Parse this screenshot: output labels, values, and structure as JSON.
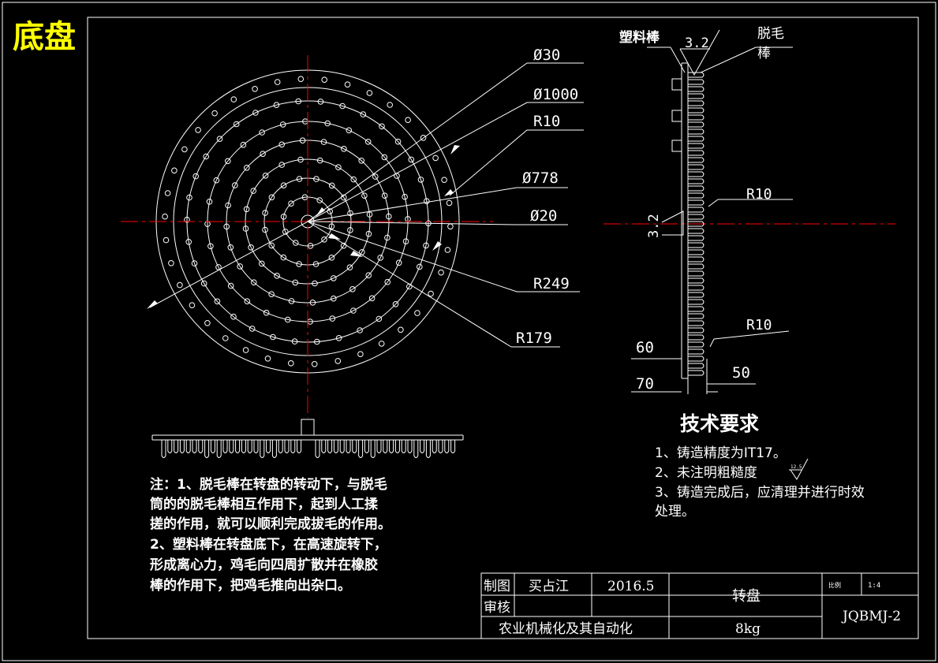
{
  "title": "底盘",
  "dims_left": [
    "Ø30",
    "Ø1000",
    "R10",
    "Ø778",
    "Ø20",
    "R249",
    "R179"
  ],
  "side_view": {
    "label_plastic_rod": "塑料棒",
    "roughness_top": "3.2",
    "label_plucking_rod_1": "脱毛",
    "label_plucking_rod_2": "棒",
    "r10_upper": "R10",
    "roughness_side": "3.2",
    "r10_lower": "R10",
    "dim_60": "60",
    "dim_70": "70",
    "dim_50": "50"
  },
  "tech": {
    "heading": "技术要求",
    "item1": "1、铸造精度为IT17。",
    "item2": "2、未注明粗糙度",
    "roughness_symbol_value": "12.5",
    "item3a": "3、铸造完成后，应清理并进行时效",
    "item3b": "处理。"
  },
  "notes": [
    "注：1、脱毛棒在转盘的转动下，与脱毛",
    "筒的的脱毛棒相互作用下，起到人工揉",
    "搓的作用，就可以顺利完成拔毛的作用。",
    "2、塑料棒在转盘底下，在高速旋转下，",
    "形成离心力，鸡毛向四周扩散并在橡胶",
    "棒的作用下，把鸡毛推向出杂口。"
  ],
  "title_block": {
    "drawn_label": "制图",
    "drawn_name": "买占江",
    "date": "2016.5",
    "check_label": "审核",
    "part_name": "转盘",
    "scale_label": "比例",
    "scale": "1:4",
    "school": "农业机械化及其自动化",
    "weight": "8kg",
    "drawing_no": "JQBMJ-2"
  },
  "colors": {
    "background": "#000000",
    "lines": "#ffffff",
    "title": "#ffff00",
    "centerline": "#ff0000"
  }
}
